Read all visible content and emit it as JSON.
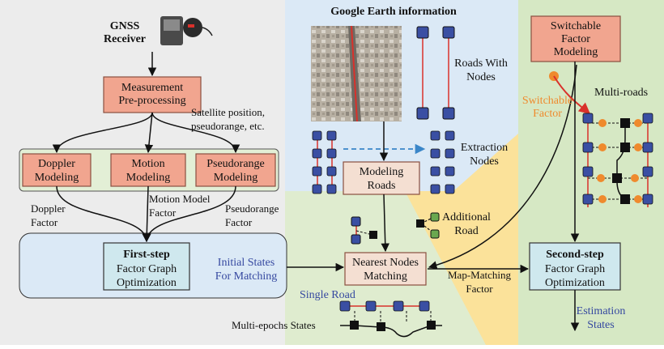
{
  "left": {
    "receiver_label": "GNSS\nReceiver",
    "preprocessing": "Measurement\nPre-processing",
    "preprocessing_note": "Satellite position,\npseudorange, etc.",
    "doppler_modeling": "Doppler\nModeling",
    "motion_modeling": "Motion\nModeling",
    "pseudorange_modeling": "Pseudorange\nModeling",
    "doppler_factor": "Doppler\nFactor",
    "motion_factor": "Motion Model\nFactor",
    "pseudorange_factor": "Pseudorange\nFactor",
    "first_step_title": "First-step",
    "first_step_body": "Factor Graph\nOptimization",
    "initial_states": "Initial States\nFor Matching"
  },
  "middle": {
    "google_earth": "Google Earth information",
    "roads_with_nodes": "Roads With\nNodes",
    "extraction_nodes": "Extraction\nNodes",
    "modeling_roads": "Modeling\nRoads",
    "additional_road": "Additional\nRoad",
    "nearest_nodes": "Nearest Nodes\nMatching",
    "map_matching_factor": "Map-Matching\nFactor",
    "single_road": "Single Road",
    "multi_epochs": "Multi-epochs States"
  },
  "right": {
    "switchable_modeling": "Switchable\nFactor\nModeling",
    "multi_roads": "Multi-roads",
    "switchable_factor": "Switchable\nFactor",
    "second_step_title": "Second-step",
    "second_step_body": "Factor Graph\nOptimization",
    "estimation_states": "Estimation\nStates"
  },
  "colors": {
    "salmon_box": "#f1a58f",
    "blue_panel": "#dbe9f6",
    "green_panel": "#d6e8c4",
    "yellow_region": "#fbe29a",
    "gray_panel": "#ececec",
    "node_blue": "#3a4fa3",
    "road_red": "#d9312b",
    "switch_orange": "#ef8a2d",
    "text_blue": "#3548a0"
  }
}
